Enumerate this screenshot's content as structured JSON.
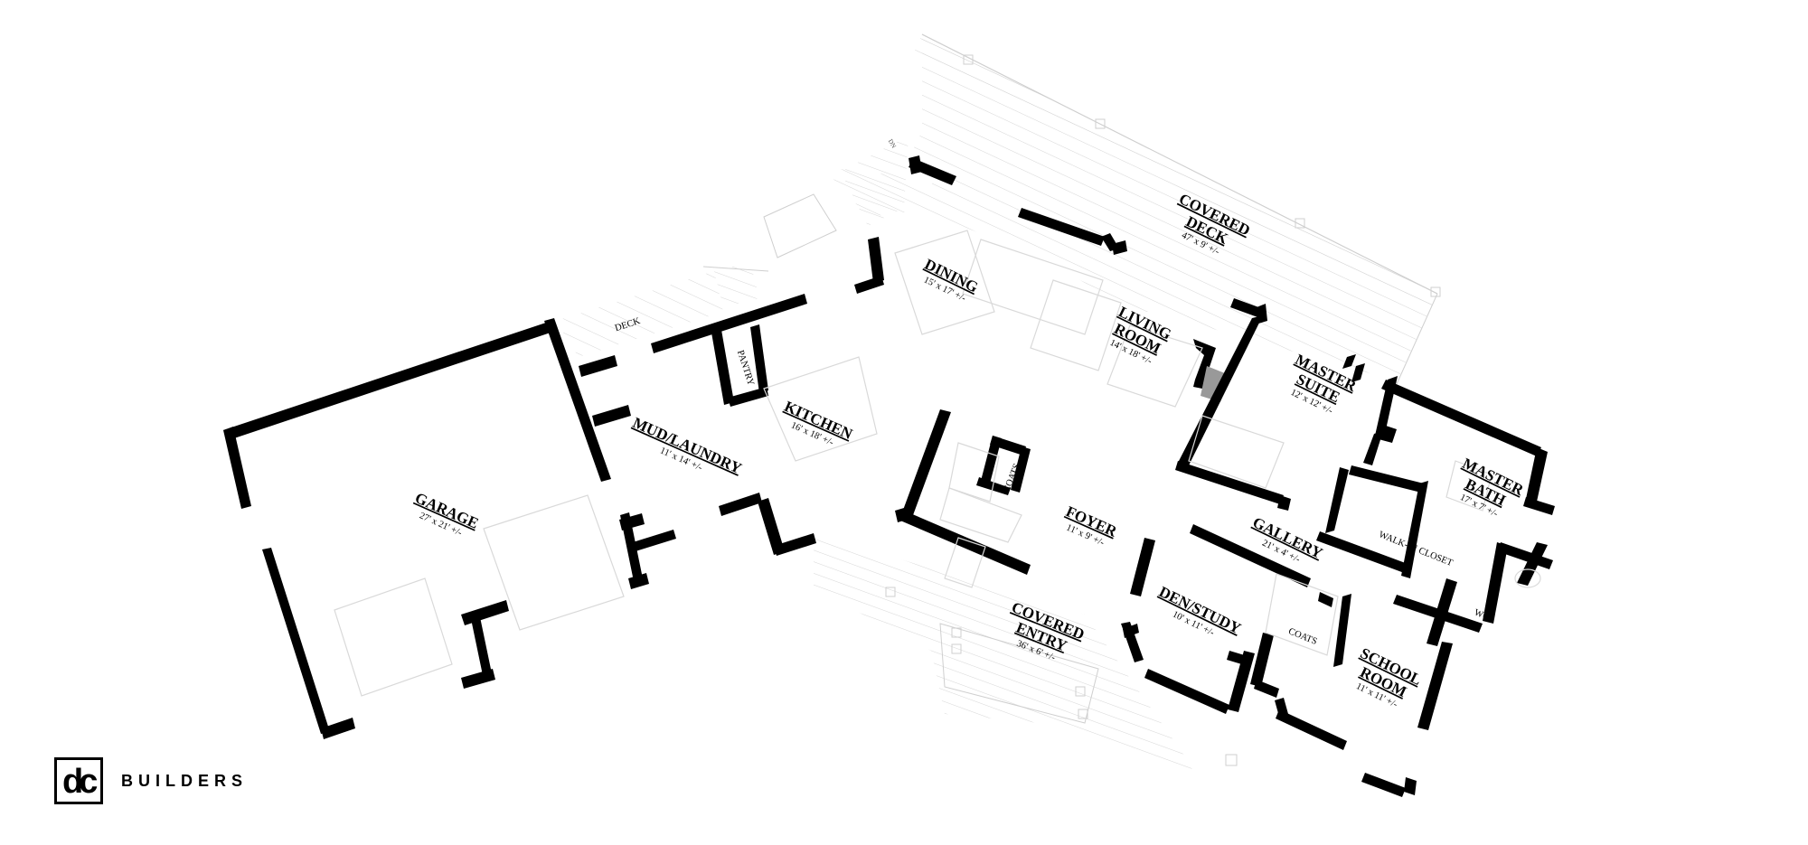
{
  "brand": {
    "logo_mark": "dc",
    "logo_word": "BUILDERS"
  },
  "rooms": {
    "covered_deck": {
      "line1": "COVERED",
      "line2": "DECK",
      "dims": "47' x 9' +/-"
    },
    "dining": {
      "name": "DINING",
      "dims": "15' x 17' +/-"
    },
    "living": {
      "line1": "LIVING",
      "line2": "ROOM",
      "dims": "14' x 18' +/-"
    },
    "master_suite": {
      "line1": "MASTER",
      "line2": "SUITE",
      "dims": "12' x 12' +/-"
    },
    "master_bath": {
      "line1": "MASTER",
      "line2": "BATH",
      "dims": "17' x 7' +/-"
    },
    "walkin": {
      "name": "WALK-IN CLOSET"
    },
    "wc": {
      "name": "WC"
    },
    "gallery": {
      "name": "GALLERY",
      "dims": "21' x 4' +/-"
    },
    "foyer": {
      "name": "FOYER",
      "dims": "11' x 9' +/-"
    },
    "coats1": {
      "name": "COATS"
    },
    "coats2": {
      "name": "COATS"
    },
    "den": {
      "name": "DEN/STUDY",
      "dims": "10' x 11' +/-"
    },
    "school": {
      "line1": "SCHOOL",
      "line2": "ROOM",
      "dims": "11' x 11' +/-"
    },
    "covered_entry": {
      "line1": "COVERED",
      "line2": "ENTRY",
      "dims": "36' x 6' +/-"
    },
    "kitchen": {
      "name": "KITCHEN",
      "dims": "16' x 18' +/-"
    },
    "pantry": {
      "name": "PANTRY"
    },
    "mud": {
      "name": "MUD/LAUNDRY",
      "dims": "11' x 14' +/-"
    },
    "deck": {
      "name": "DECK"
    },
    "garage": {
      "name": "GARAGE",
      "dims": "27' x 21' +/-"
    },
    "stair_dn": {
      "name": "DN"
    }
  }
}
